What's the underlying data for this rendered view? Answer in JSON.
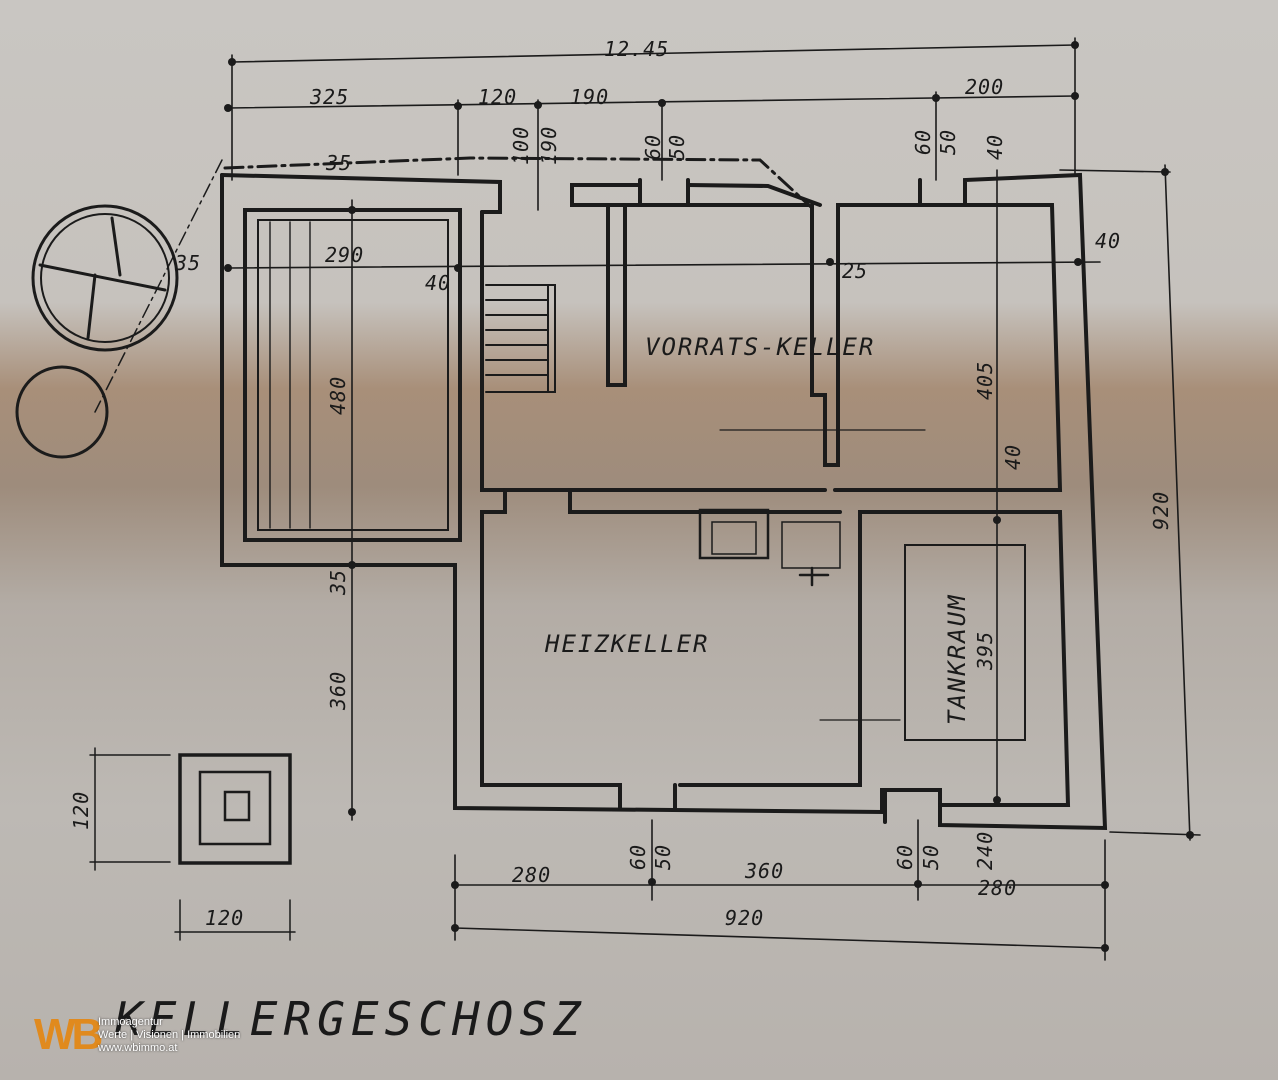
{
  "plan": {
    "title": "KELLERGESCHOSZ",
    "rooms": {
      "vorrat": "VORRATS-KELLER",
      "heiz": "HEIZKELLER",
      "tank": "TANKRAUM"
    },
    "dimensions": {
      "total_width": "12.45",
      "d325": "325",
      "d120": "120",
      "d190": "190",
      "d200": "200",
      "d100": "100",
      "d190v": "190",
      "d60a": "60",
      "d50a": "50",
      "d60b": "60",
      "d50b": "50",
      "d40a": "40",
      "d35a": "35",
      "d35b": "35",
      "d290": "290",
      "d40b": "40",
      "d25": "25",
      "d40c": "40",
      "d480": "480",
      "d405": "405",
      "d40d": "40",
      "d920v": "920",
      "d35c": "35",
      "d360v": "360",
      "d395": "395",
      "d120v": "120",
      "d120h": "120",
      "d60c": "60",
      "d50c": "50",
      "d60d": "60",
      "d50d": "50",
      "d240": "240",
      "d280a": "280",
      "d360h": "360",
      "d280b": "280",
      "d920h": "920"
    }
  },
  "branding": {
    "logo_mark": "WB",
    "line1": "Immoagentur",
    "line2": "Werte | Visionen | Immobilien",
    "line3": "www.wbimmo.at",
    "accent_color": "#e08a1e"
  }
}
